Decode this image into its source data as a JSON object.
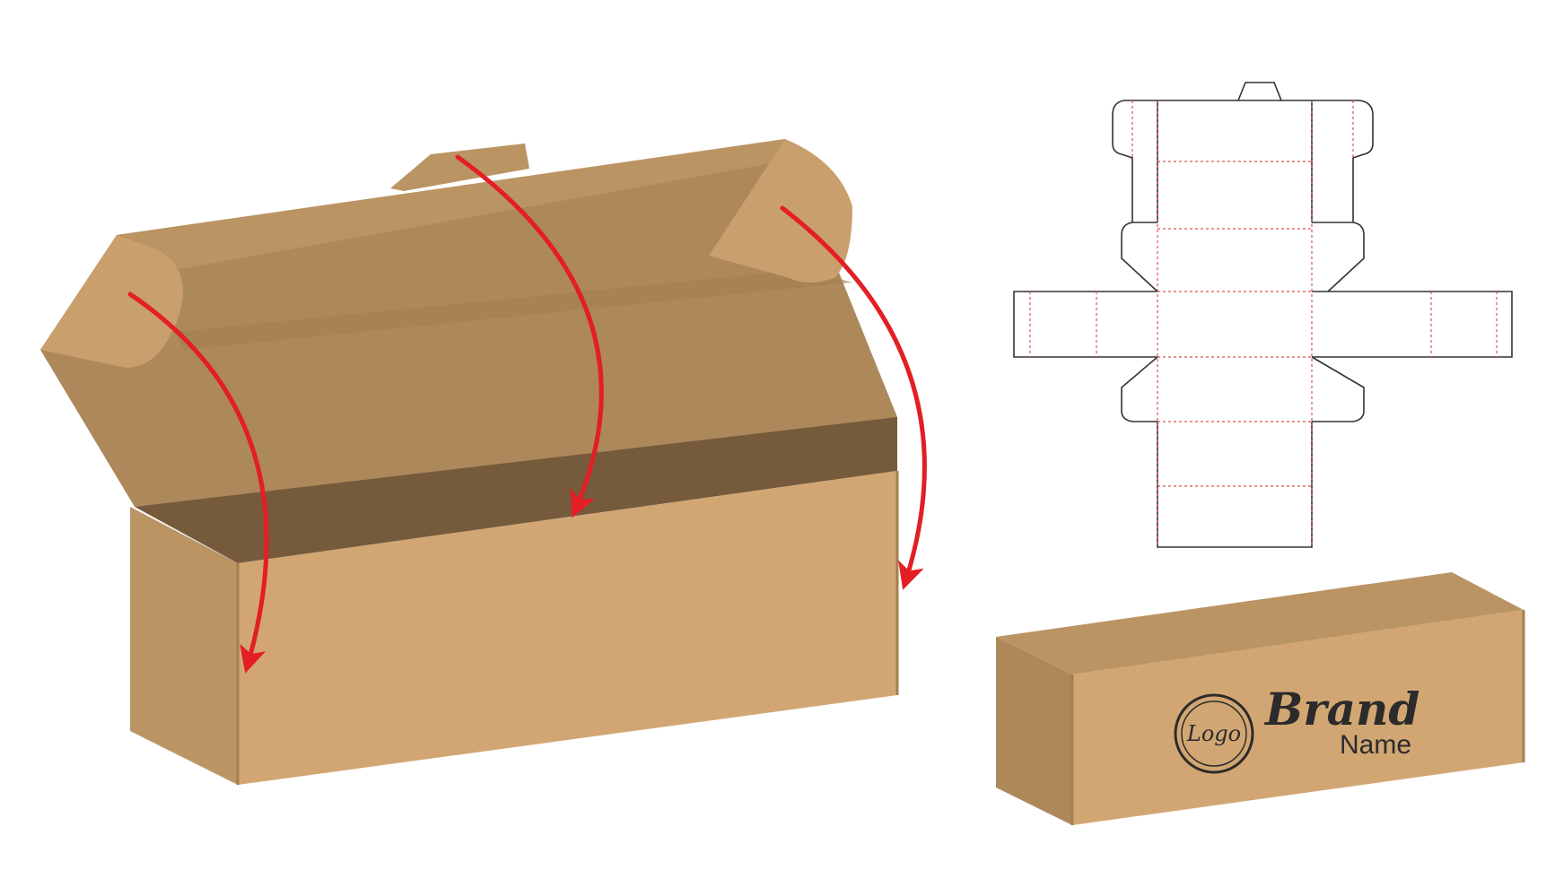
{
  "scene": {
    "background": "#ffffff",
    "colors": {
      "kraft_light": "#d2a673",
      "kraft_mid": "#bb9464",
      "kraft_dark": "#ad885b",
      "kraft_interior": "#755b3c",
      "kraft_shadow": "#a3804f",
      "arrow_red": "#e31e24",
      "dieline_cut": "#333333",
      "dieline_fold": "#d9534f",
      "label_ink": "#2b2b2b"
    },
    "open_box": {
      "icons": [
        "open-box-illustration",
        "folding-arrow-icon"
      ],
      "arrow_count": 3
    },
    "dieline": {
      "icon": "dieline-template"
    },
    "closed_box": {
      "icon": "closed-box-illustration",
      "label": {
        "logo_text": "Logo",
        "brand_line1": "Brand",
        "brand_line2": "Name"
      }
    }
  }
}
